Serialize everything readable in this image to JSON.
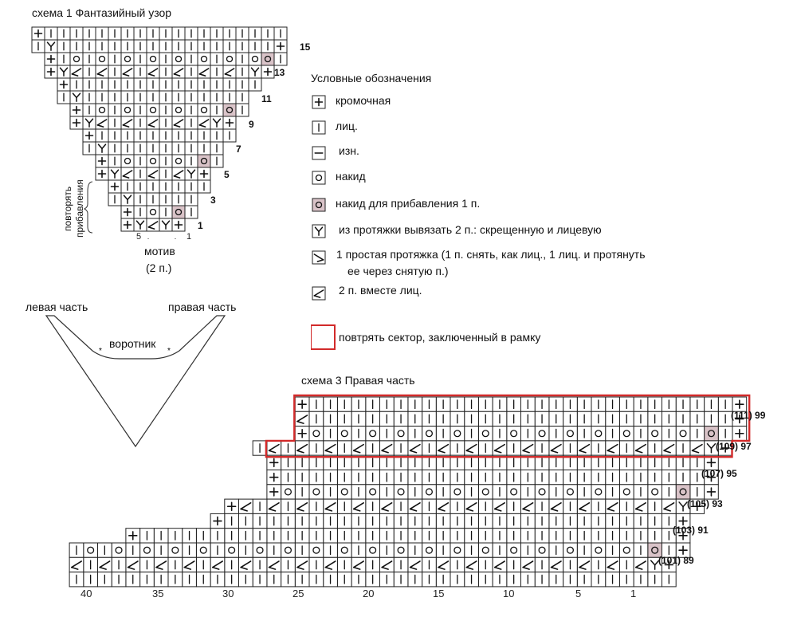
{
  "chart1": {
    "title": "схема 1 Фантазийный узор",
    "row_numbers": [
      "15",
      "13",
      "11",
      "9",
      "7",
      "5",
      "3",
      "1"
    ],
    "repeat_label_line1": "повторять",
    "repeat_label_line2": "прибавления",
    "col_numbers": [
      "5",
      "1"
    ],
    "motif_label": "мотив",
    "motif_size": "(2 п.)"
  },
  "legend": {
    "title": "Условные обозначения",
    "items": [
      {
        "symbol": "edge",
        "text": "кромочная"
      },
      {
        "symbol": "knit",
        "text": "лиц."
      },
      {
        "symbol": "purl",
        "text": "изн."
      },
      {
        "symbol": "yo",
        "text": "накид"
      },
      {
        "symbol": "yo-inc",
        "text": "накид для прибавления 1 п."
      },
      {
        "symbol": "y-inc",
        "text": "из протяжки вывязать 2 п.: скрещенную и лицевую"
      },
      {
        "symbol": "ssk",
        "text": "1 простая протяжка (1 п. снять, как лиц., 1 лиц. и протянуть"
      },
      {
        "symbol": "k2tog",
        "text": "2 п. вместе лиц."
      },
      {
        "symbol": "frame",
        "text": "повтрять сектор, заключенный в рамку"
      }
    ],
    "ssk_line2": "ее через снятую п.)"
  },
  "shape": {
    "left": "левая часть",
    "right": "правая часть",
    "collar": "воротник"
  },
  "chart3": {
    "title": "схема 3 Правая часть",
    "row_labels": [
      "(111) 99",
      "(109) 97",
      "(107) 95",
      "(105) 93",
      "(103) 91",
      "(101) 89"
    ],
    "col_numbers": [
      "40",
      "35",
      "30",
      "25",
      "20",
      "15",
      "10",
      "5",
      "1"
    ]
  },
  "colors": {
    "grid": "#222222",
    "frame": "#d22a2a",
    "inc_fill": "#d9c3c8"
  }
}
